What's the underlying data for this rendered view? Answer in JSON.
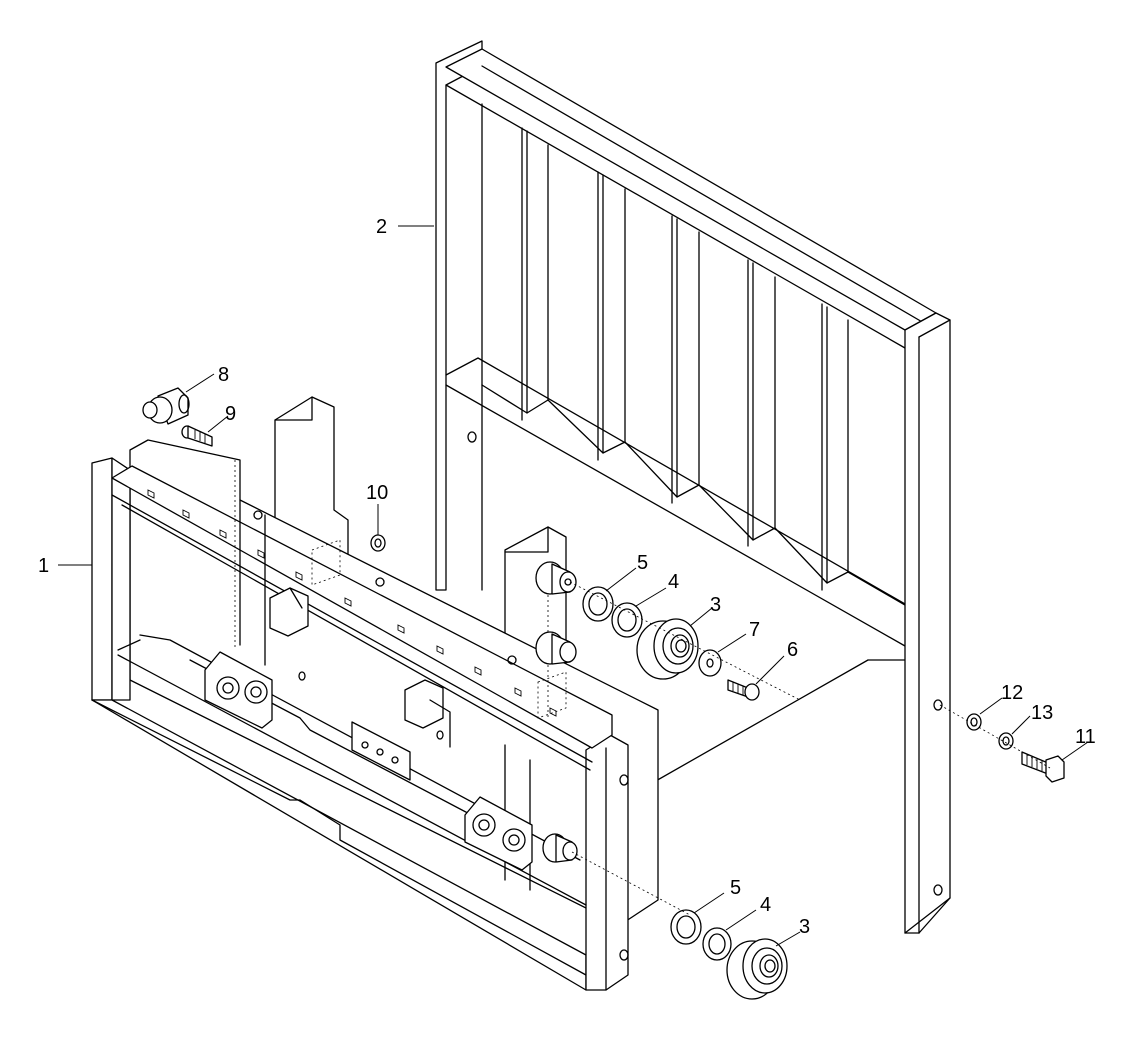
{
  "callouts": {
    "c1": "1",
    "c2": "2",
    "c3a": "3",
    "c4a": "4",
    "c5a": "5",
    "c6": "6",
    "c7": "7",
    "c8": "8",
    "c9": "9",
    "c10": "10",
    "c11": "11",
    "c12": "12",
    "c13": "13",
    "c3b": "3",
    "c4b": "4",
    "c5b": "5"
  },
  "colors": {
    "line": "#000000",
    "background": "#ffffff"
  }
}
